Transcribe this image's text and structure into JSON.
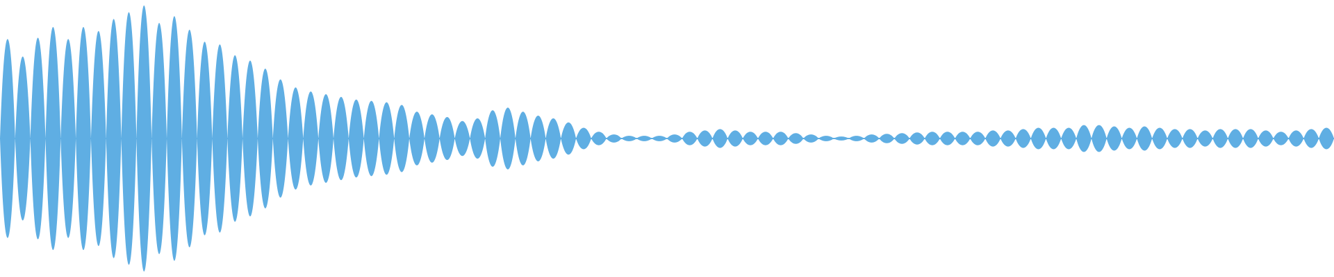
{
  "waveform": {
    "color": "#5faee3",
    "background": "#ffffff",
    "normalized_peaks": [
      0.74,
      0.61,
      0.75,
      0.83,
      0.74,
      0.83,
      0.8,
      0.89,
      0.94,
      0.99,
      0.86,
      0.91,
      0.81,
      0.72,
      0.7,
      0.62,
      0.58,
      0.52,
      0.44,
      0.38,
      0.35,
      0.33,
      0.31,
      0.29,
      0.28,
      0.27,
      0.25,
      0.2,
      0.18,
      0.16,
      0.13,
      0.15,
      0.21,
      0.23,
      0.2,
      0.17,
      0.15,
      0.12,
      0.08,
      0.05,
      0.03,
      0.02,
      0.02,
      0.02,
      0.03,
      0.05,
      0.06,
      0.07,
      0.06,
      0.05,
      0.05,
      0.05,
      0.04,
      0.03,
      0.02,
      0.015,
      0.02,
      0.03,
      0.035,
      0.04,
      0.045,
      0.05,
      0.05,
      0.05,
      0.05,
      0.06,
      0.06,
      0.07,
      0.08,
      0.08,
      0.08,
      0.1,
      0.1,
      0.09,
      0.08,
      0.09,
      0.08,
      0.07,
      0.07,
      0.06,
      0.07,
      0.07,
      0.07,
      0.06,
      0.05,
      0.06,
      0.07,
      0.08
    ]
  }
}
